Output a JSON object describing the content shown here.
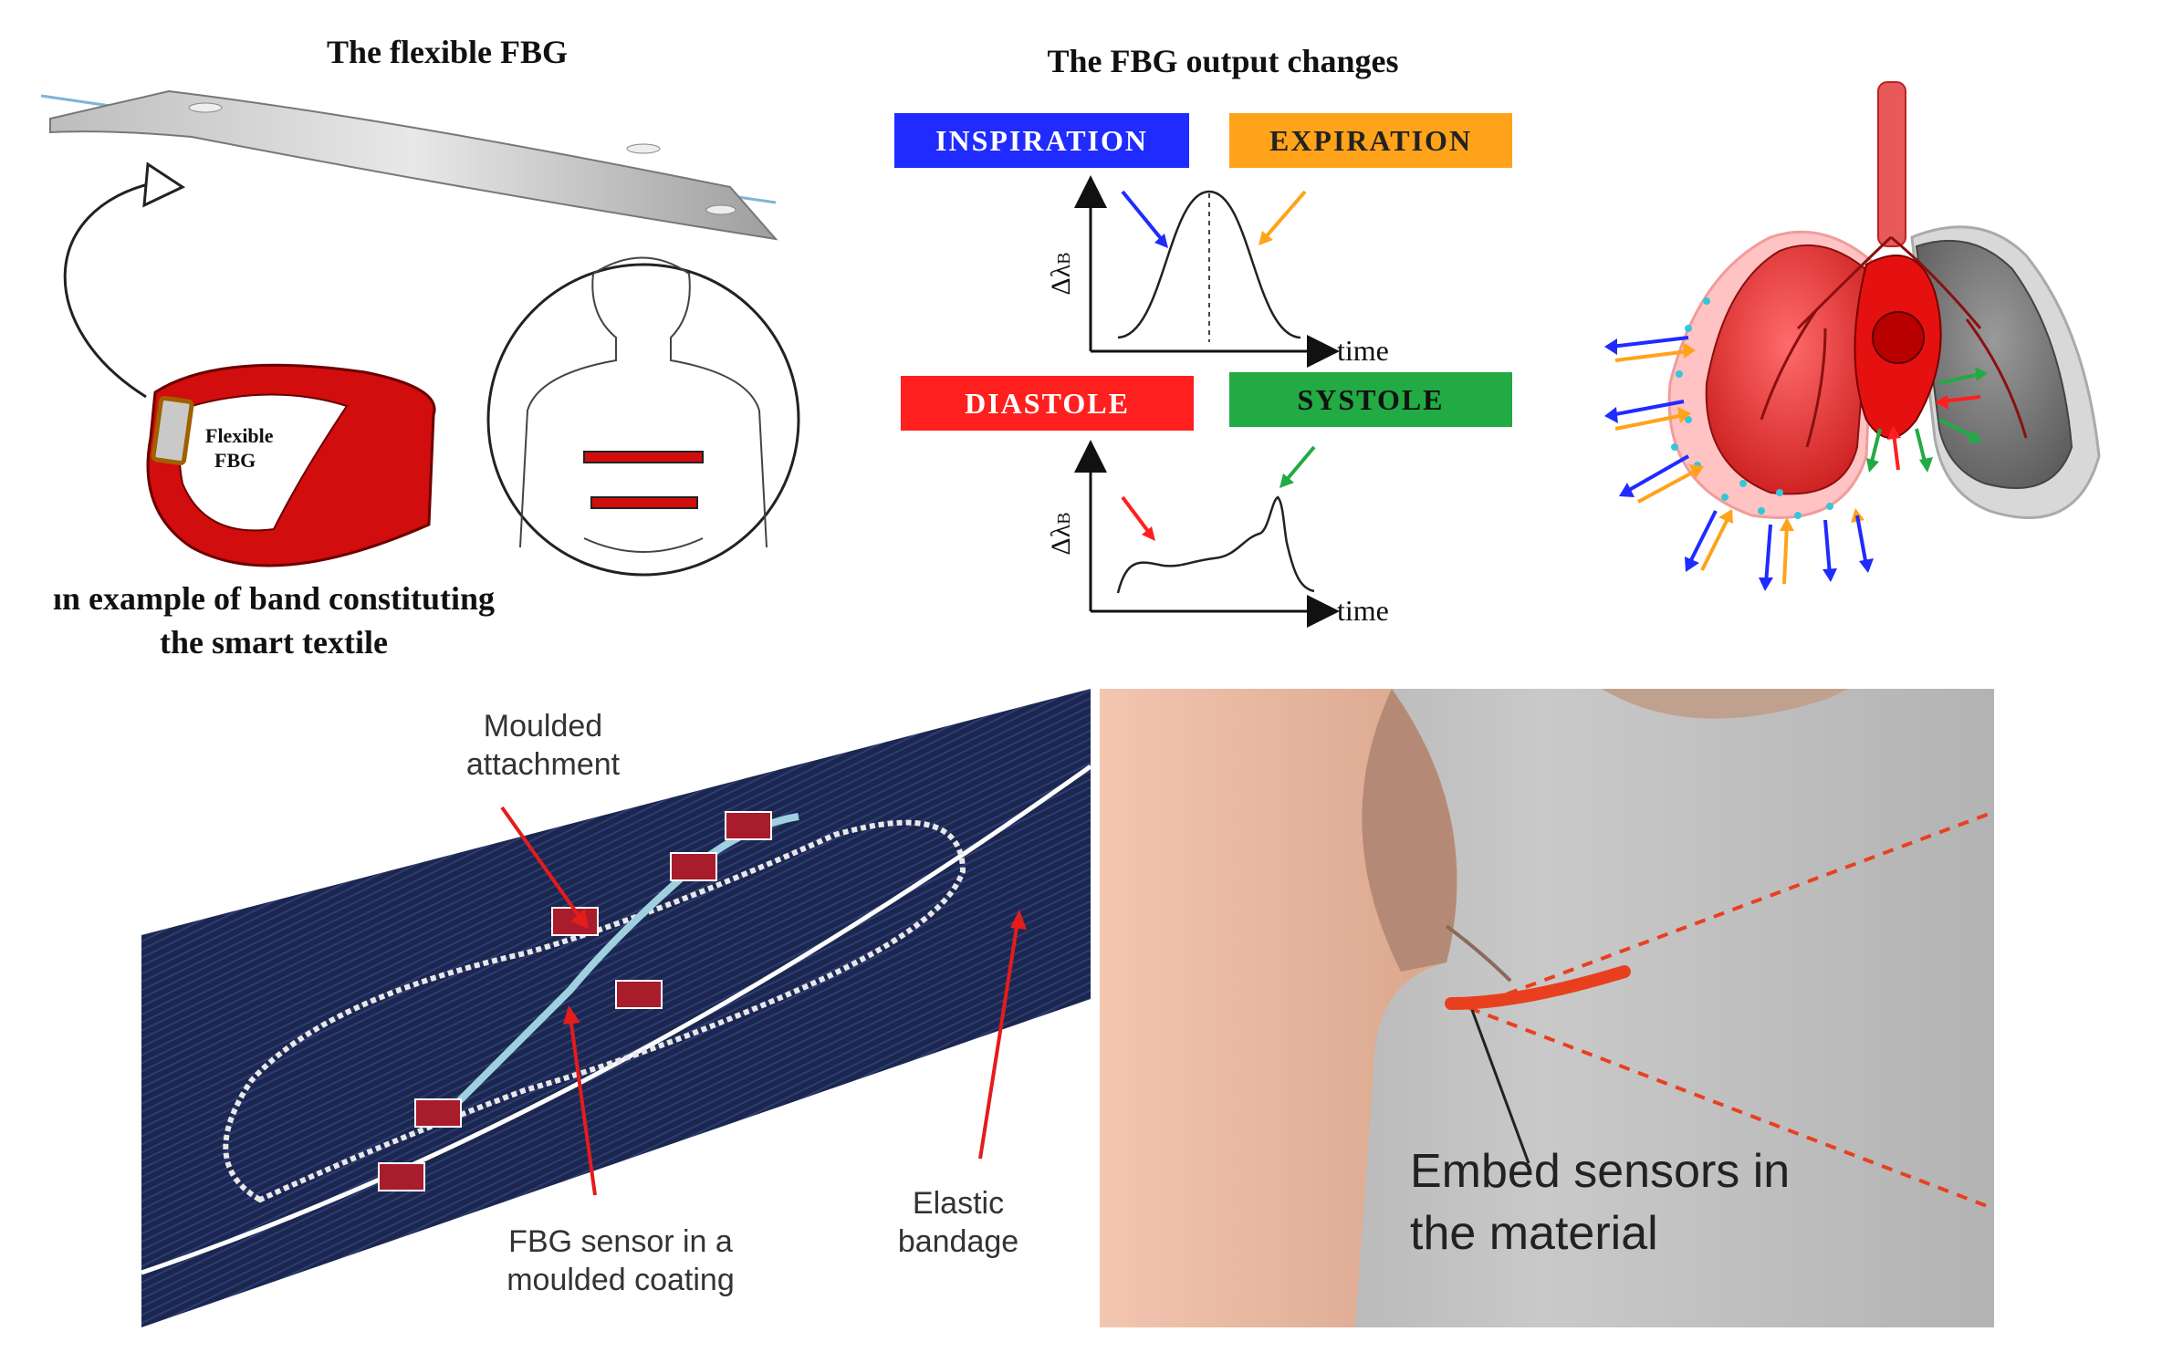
{
  "panels": {
    "flexible_fbg": {
      "title": "The flexible FBG",
      "label_line1": "Flexible",
      "label_line2": "FBG",
      "caption_line1": "ın example of band constituting",
      "caption_line2": "the smart textile"
    },
    "fbg_output": {
      "title": "The FBG output changes",
      "phases": {
        "inspiration": {
          "label": "INSPIRATION",
          "color": "#1f2bff"
        },
        "expiration": {
          "label": "EXPIRATION",
          "color": "#ffa31a"
        },
        "diastole": {
          "label": "DIASTOLE",
          "color": "#ff1f1f"
        },
        "systole": {
          "label": "SYSTOLE",
          "color": "#22aa44"
        }
      },
      "y_axis_label": "Δλ",
      "y_axis_subscript": "B",
      "x_axis_label": "time"
    },
    "bandage": {
      "callout_attachment_line1": "Moulded",
      "callout_attachment_line2": "attachment",
      "callout_sensor_line1": "FBG sensor in a",
      "callout_sensor_line2": "moulded coating",
      "callout_elastic_line1": "Elastic",
      "callout_elastic_line2": "bandage"
    },
    "garment": {
      "text_line1": "Embed sensors in",
      "text_line2": "the material",
      "accent": "#e8401f"
    }
  }
}
